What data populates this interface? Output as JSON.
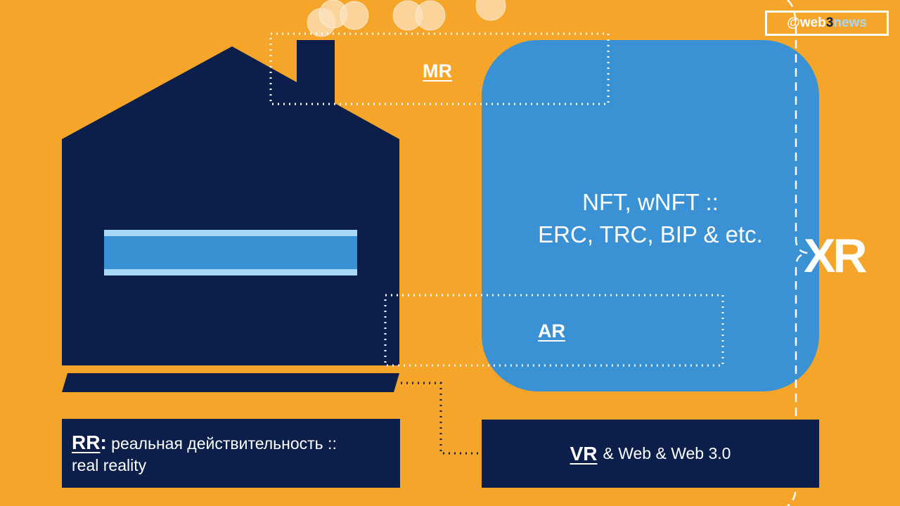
{
  "logo": {
    "part1": "@web",
    "part2": "3",
    "part3": "news"
  },
  "blue_panel": {
    "line1": "NFT, wNFT ::",
    "line2": "ERC, TRC, BIP & etc."
  },
  "labels": {
    "mr": "MR",
    "ar": "AR",
    "xr": "XR"
  },
  "rr_box": {
    "abbr": "RR",
    "colon": ":",
    "text": " реальная действительность ::",
    "line2": "real reality"
  },
  "vr_box": {
    "abbr": "VR",
    "text": "& Web & Web 3.0"
  },
  "colors": {
    "background": "#F5A62A",
    "navy": "#0b1f4a",
    "blue": "#3a92d4",
    "light_blue": "#a8d8f5"
  }
}
